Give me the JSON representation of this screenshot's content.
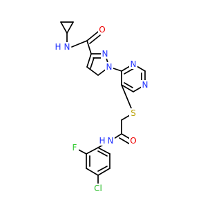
{
  "colors": {
    "bond": "#000000",
    "nitrogen": "#2233ff",
    "oxygen": "#ee0000",
    "sulfur": "#b8a000",
    "fluorine": "#33cc33",
    "chlorine": "#22bb22"
  },
  "labels": {
    "amide_n_top": "N",
    "amide_h_top": "H",
    "carbonyl_o_top": "O",
    "pyrazole_n2": "N",
    "pyrazole_n1": "N",
    "pyrimidine_n3": "N",
    "pyrimidine_n1": "N",
    "thioether_s": "S",
    "carbonyl_o_bottom": "O",
    "amide_h_bottom": "H",
    "amide_n_bottom": "N",
    "fluorine": "F",
    "chlorine": "Cl"
  }
}
